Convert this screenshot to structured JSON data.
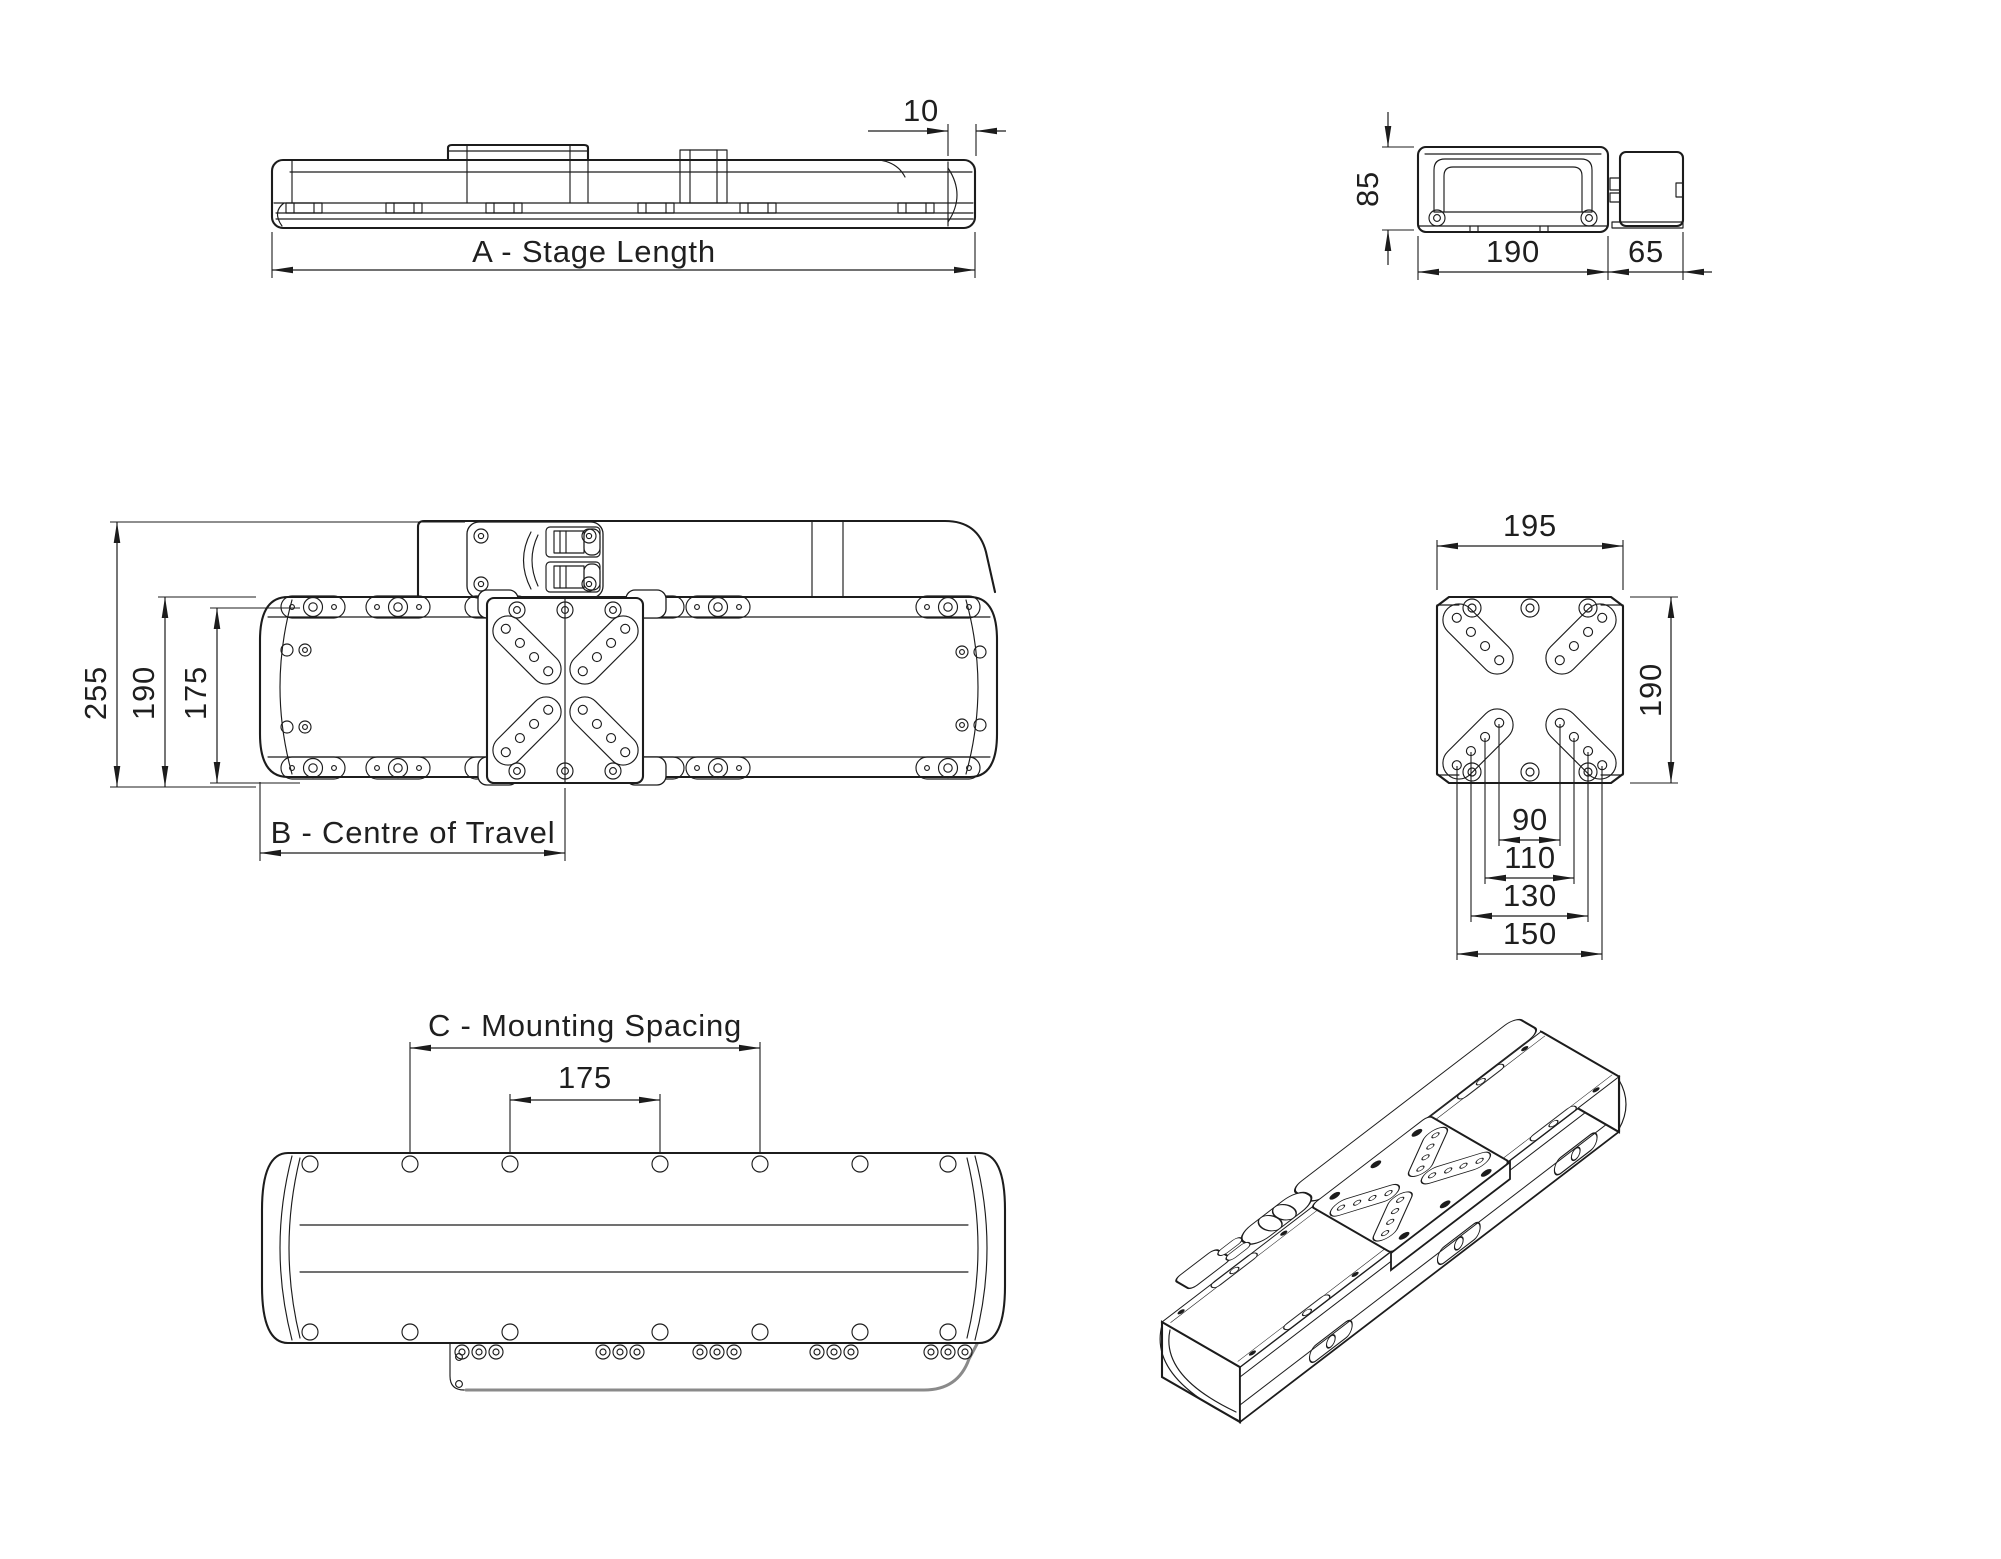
{
  "views": {
    "side": {
      "dim_stage_length": "A - Stage Length",
      "dim_end_offset": "10"
    },
    "end": {
      "dim_height": "85",
      "dim_body_width": "190",
      "dim_motor_width": "65"
    },
    "top": {
      "dim_overall_width": "255",
      "dim_body_width": "190",
      "dim_inner_width": "175",
      "dim_centre_of_travel": "B - Centre of Travel"
    },
    "carriage": {
      "dim_plate_width": "195",
      "dim_plate_height": "190",
      "dim_holes_inner": "90",
      "dim_holes_second": "110",
      "dim_holes_third": "130",
      "dim_holes_outer": "150"
    },
    "bottom": {
      "dim_mounting_spacing": "C - Mounting Spacing",
      "dim_hole_pitch": "175"
    }
  },
  "colors": {
    "line": "#1c1c1c",
    "background": "#ffffff",
    "gray_line": "#8a8a8a"
  }
}
